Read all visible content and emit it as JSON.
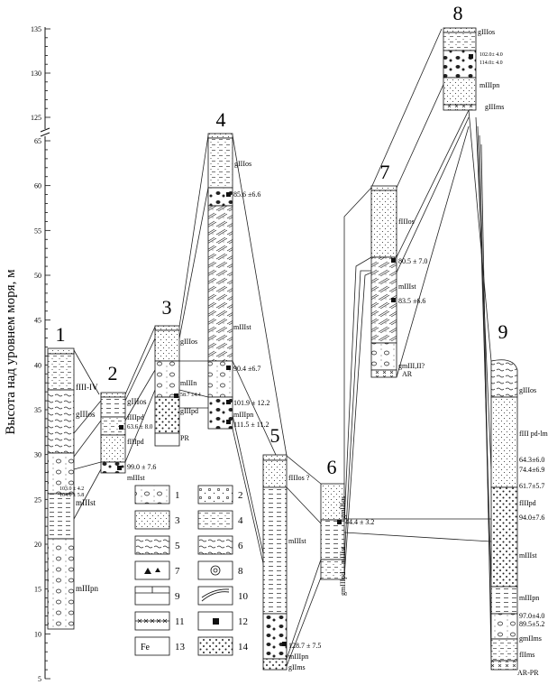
{
  "axis": {
    "ylabel": "Высота над уровнем моря, м",
    "ticks_lower": [
      5,
      10,
      15,
      20,
      25,
      30,
      35,
      40,
      45,
      50,
      55,
      60,
      65
    ],
    "ticks_upper": [
      125,
      130,
      135
    ]
  },
  "columns": [
    {
      "id": "1",
      "labels": [
        {
          "t": "fIII-IV"
        },
        {
          "t": "gIIIos"
        },
        {
          "t": "103.0 ± 4.2"
        },
        {
          "t": "104.0 ± 5.8"
        },
        {
          "t": "mIIIst"
        },
        {
          "t": "mIIIpn"
        }
      ]
    },
    {
      "id": "2",
      "labels": [
        {
          "t": "gIIIos"
        },
        {
          "t": "fIIIpd"
        },
        {
          "t": "63.6 ± 8.0"
        },
        {
          "t": "fIIIpd"
        },
        {
          "t": "99.0 ± 7.6"
        },
        {
          "t": "mIIIst"
        }
      ]
    },
    {
      "id": "3",
      "labels": [
        {
          "t": "gIIIos"
        },
        {
          "t": "mIIIn"
        },
        {
          "t": "58.7 ±4.4"
        },
        {
          "t": "gIIIpd"
        },
        {
          "t": "PR"
        }
      ]
    },
    {
      "id": "4",
      "labels": [
        {
          "t": "gIIIos"
        },
        {
          "t": "85.6 ±6.6"
        },
        {
          "t": "mIIIst"
        },
        {
          "t": "90.4 ±6.7"
        },
        {
          "t": "101.9 ± 12.2"
        },
        {
          "t": "mIIIpn"
        },
        {
          "t": "111.5 ± 11.2"
        }
      ]
    },
    {
      "id": "5",
      "labels": [
        {
          "t": "fIIIos ?"
        },
        {
          "t": "mIIIst"
        },
        {
          "t": "128.7 ± 7.5"
        },
        {
          "t": "mIIIpn"
        },
        {
          "t": "gIIms"
        }
      ]
    },
    {
      "id": "6",
      "labels": [
        {
          "t": "gmIIIos"
        },
        {
          "t": "44.4 ± 3.2"
        },
        {
          "t": "mIIIst"
        },
        {
          "t": "gmIIIpd"
        }
      ]
    },
    {
      "id": "7",
      "labels": [
        {
          "t": "fIIIos"
        },
        {
          "t": "80.5 ± 7.0"
        },
        {
          "t": "mIIIst"
        },
        {
          "t": "83.5 ±6.6"
        },
        {
          "t": "gmIII,II?"
        },
        {
          "t": "AR"
        }
      ]
    },
    {
      "id": "8",
      "labels": [
        {
          "t": "gIIIos"
        },
        {
          "t": "102.0± 4.0"
        },
        {
          "t": "114.0± 4.0"
        },
        {
          "t": "mIIIpn"
        },
        {
          "t": "gIIIms"
        }
      ]
    },
    {
      "id": "9",
      "labels": [
        {
          "t": "gIIIos"
        },
        {
          "t": "fIII pd-lm"
        },
        {
          "t": "64.3±6.0"
        },
        {
          "t": "74.4±6.9"
        },
        {
          "t": "61.7±5.7"
        },
        {
          "t": "fIIIpd"
        },
        {
          "t": "94.0±7.6"
        },
        {
          "t": "mIIIst"
        },
        {
          "t": "mIIIpn"
        },
        {
          "t": "97.0±4.0"
        },
        {
          "t": "89.5±5.2"
        },
        {
          "t": "gmIIms"
        },
        {
          "t": "fIIms"
        },
        {
          "t": "AR-PR"
        }
      ]
    }
  ],
  "legend": [
    {
      "num": "1",
      "pattern": "boulders"
    },
    {
      "num": "2",
      "pattern": "gravel"
    },
    {
      "num": "3",
      "pattern": "sand"
    },
    {
      "num": "4",
      "pattern": "silty-sand"
    },
    {
      "num": "5",
      "pattern": "silt"
    },
    {
      "num": "6",
      "pattern": "clay"
    },
    {
      "num": "7",
      "pattern": "shells"
    },
    {
      "num": "8",
      "pattern": "gastropod"
    },
    {
      "num": "9",
      "pattern": "bedrock"
    },
    {
      "num": "10",
      "pattern": "cross-bedding"
    },
    {
      "num": "11",
      "pattern": "frost-cracks"
    },
    {
      "num": "12",
      "pattern": "sample"
    },
    {
      "num": "13",
      "pattern": "Fe",
      "text": "Fe"
    },
    {
      "num": "14",
      "pattern": "coarse-gravel"
    }
  ]
}
